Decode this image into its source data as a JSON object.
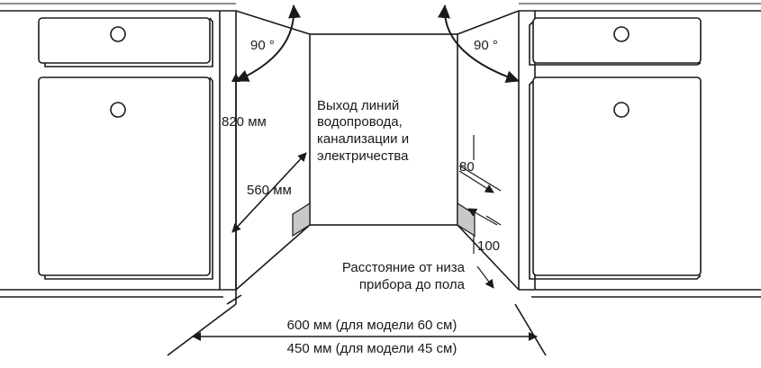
{
  "angles": {
    "left": "90 °",
    "right": "90 °"
  },
  "dimensions": {
    "height": "820 мм",
    "depth": "560 мм",
    "width_60": "600 мм (для модели 60 см)",
    "width_45": "450 мм (для модели 45 см)",
    "offset_80": "80",
    "offset_100": "100"
  },
  "notes": {
    "utilities": [
      "Выход линий",
      "водопровода,",
      "канализации и",
      "электричества"
    ],
    "floor": [
      "Расстояние от низа",
      "прибора до пола"
    ]
  },
  "colors": {
    "line": "#1a1a1a",
    "fill": "#ffffff",
    "shade": "#c8c8c8"
  }
}
